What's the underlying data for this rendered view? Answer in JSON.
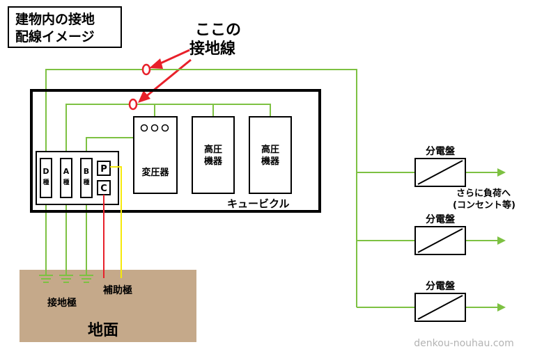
{
  "title": {
    "line1": "建物内の接地",
    "line2": "配線イメージ"
  },
  "callout": {
    "line1": "ここの",
    "line2": "接地線"
  },
  "cubicle": {
    "label": "キュービクル",
    "transformer_label": "変圧器",
    "high_voltage_1": [
      "高圧",
      "機器"
    ],
    "high_voltage_2": [
      "高圧",
      "機器"
    ],
    "terminals": {
      "d": "D",
      "a": "A",
      "b": "B",
      "d_sub": "種",
      "a_sub": "種",
      "b_sub": "種",
      "p": "P",
      "c": "C"
    }
  },
  "ground": {
    "label": "地面",
    "earth_electrode_label": "接地極",
    "auxiliary_electrode_label": "補助極"
  },
  "panels": [
    {
      "label": "分電盤"
    },
    {
      "label": "分電盤"
    },
    {
      "label": "分電盤"
    }
  ],
  "load_note": {
    "line1": "さらに負荷へ",
    "line2": "(コンセント等)"
  },
  "watermark": "denkou-nouhau.com",
  "colors": {
    "wire_green": "#7dc142",
    "marker_red": "#e8202a",
    "wire_yellow": "#f5e90a",
    "earth_brown": "#c5a98a",
    "watermark_gray": "#b3b3b3"
  }
}
